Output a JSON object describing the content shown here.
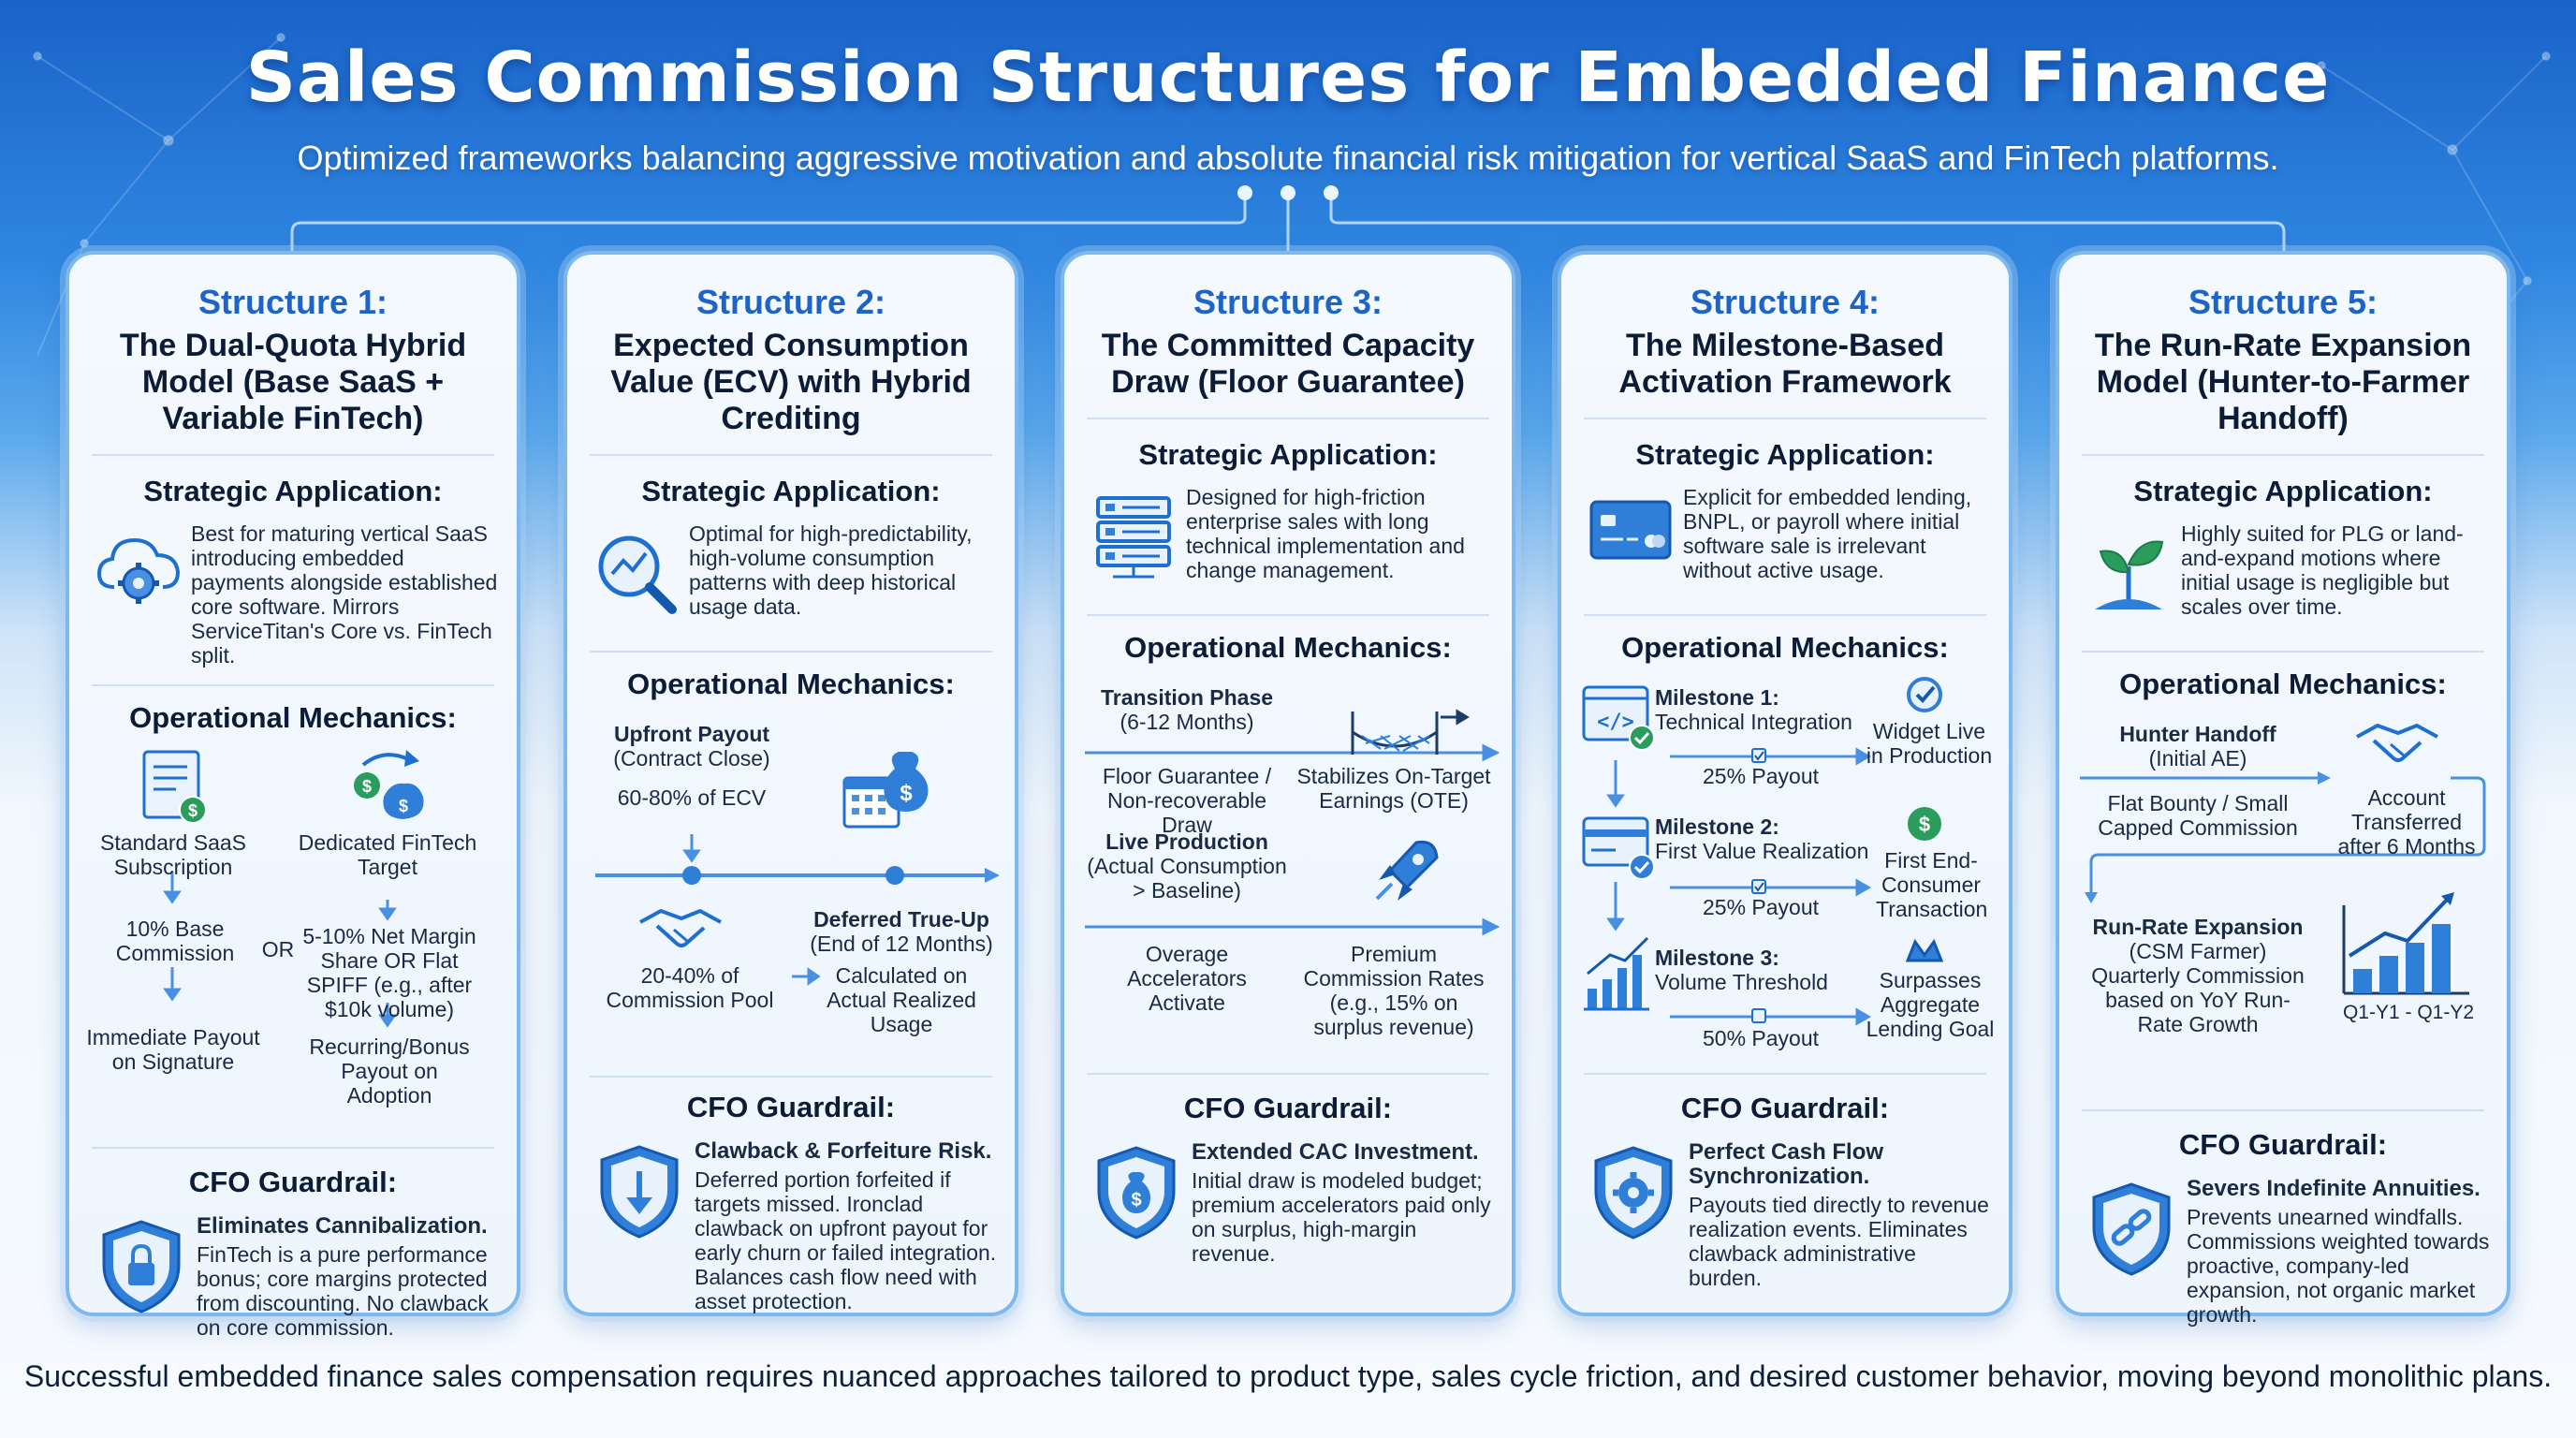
{
  "header": {
    "title": "Sales Commission Structures for Embedded Finance",
    "subtitle": "Optimized frameworks balancing aggressive motivation and absolute financial risk mitigation for vertical SaaS and FinTech platforms."
  },
  "section_labels": {
    "application": "Strategic Application:",
    "mechanics": "Operational Mechanics:",
    "guardrail": "CFO Guardrail:"
  },
  "colors": {
    "accent": "#1d64c4",
    "border": "#7db8ee",
    "icon": "#1f6fd1"
  },
  "cards": [
    {
      "number": "Structure 1:",
      "name": "The Dual-Quota Hybrid Model (Base SaaS + Variable FinTech)",
      "icon": "cloud-gear-icon",
      "application": "Best for maturing vertical SaaS introducing embedded payments alongside established core software. Mirrors ServiceTitan's Core vs. FinTech split.",
      "mechanics": {
        "left_title": "Standard SaaS Subscription",
        "left_rate": "10% Base Commission",
        "left_payout": "Immediate Payout on Signature",
        "or": "OR",
        "right_title": "Dedicated FinTech Target",
        "right_rate": "5-10% Net Margin Share OR Flat SPIFF (e.g., after $10k volume)",
        "right_payout": "Recurring/Bonus Payout on Adoption"
      },
      "guardrail_icon": "lock-shield-icon",
      "guardrail_title": "Eliminates Cannibalization.",
      "guardrail_text": "FinTech is a pure performance bonus; core margins protected from discounting. No clawback on core commission."
    },
    {
      "number": "Structure 2:",
      "name": "Expected Consumption Value (ECV) with Hybrid Crediting",
      "icon": "magnifier-chart-icon",
      "application": "Optimal for high-predictability, high-volume consumption patterns with deep historical usage data.",
      "mechanics": {
        "upfront_title": "Upfront Payout",
        "upfront_sub": "(Contract Close)",
        "upfront_pct": "60-80% of ECV",
        "pool_pct": "20-40% of Commission Pool",
        "deferred_title": "Deferred True-Up",
        "deferred_sub": "(End of 12 Months)",
        "deferred_calc": "Calculated on Actual Realized Usage"
      },
      "guardrail_icon": "arrow-down-shield-icon",
      "guardrail_title": "Clawback & Forfeiture Risk.",
      "guardrail_text": "Deferred portion forfeited if targets missed. Ironclad clawback on upfront payout for early churn or failed integration. Balances cash flow need with asset protection."
    },
    {
      "number": "Structure 3:",
      "name": "The Committed Capacity Draw (Floor Guarantee)",
      "icon": "server-rack-icon",
      "application": "Designed for high-friction enterprise sales with long technical implementation and change management.",
      "mechanics": {
        "phase1_title": "Transition Phase",
        "phase1_sub": "(6-12 Months)",
        "phase1_left": "Floor Guarantee / Non-recoverable Draw",
        "phase1_right": "Stabilizes On-Target Earnings (OTE)",
        "phase2_title": "Live Production",
        "phase2_sub": "(Actual Consumption > Baseline)",
        "phase2_left": "Overage Accelerators Activate",
        "phase2_right": "Premium Commission Rates (e.g., 15% on surplus revenue)"
      },
      "guardrail_icon": "money-bag-shield-icon",
      "guardrail_title": "Extended CAC Investment.",
      "guardrail_text": "Initial draw is modeled budget; premium accelerators paid only on surplus, high-margin revenue."
    },
    {
      "number": "Structure 4:",
      "name": "The Milestone-Based Activation Framework",
      "icon": "credit-card-icon",
      "application": "Explicit for embedded lending, BNPL, or payroll where initial software sale is irrelevant without active usage.",
      "mechanics": {
        "m1_title": "Milestone 1:",
        "m1_name": "Technical Integration",
        "m1_payout": "25% Payout",
        "m1_result": "Widget Live in Production",
        "m2_title": "Milestone 2:",
        "m2_name": "First Value Realization",
        "m2_payout": "25% Payout",
        "m2_result": "First End-Consumer Transaction",
        "m3_title": "Milestone 3:",
        "m3_name": "Volume Threshold",
        "m3_payout": "50% Payout",
        "m3_result": "Surpasses Aggregate Lending Goal"
      },
      "guardrail_icon": "gear-shield-icon",
      "guardrail_title": "Perfect Cash Flow Synchronization.",
      "guardrail_text": "Payouts tied directly to revenue realization events. Eliminates clawback administrative burden."
    },
    {
      "number": "Structure 5:",
      "name": "The Run-Rate Expansion Model (Hunter-to-Farmer Handoff)",
      "icon": "sprout-icon",
      "application": "Highly suited for PLG or land-and-expand motions where initial usage is negligible but scales over time.",
      "mechanics": {
        "hunter_title": "Hunter Handoff",
        "hunter_sub": "(Initial AE)",
        "hunter_pay": "Flat Bounty / Small Capped Commission",
        "transfer": "Account Transferred after 6 Months",
        "farmer_title": "Run-Rate Expansion",
        "farmer_sub": "(CSM Farmer)",
        "farmer_pay": "Quarterly Commission based on YoY Run-Rate Growth",
        "chart_label": "Q1-Y1 - Q1-Y2"
      },
      "guardrail_icon": "broken-chain-shield-icon",
      "guardrail_title": "Severs Indefinite Annuities.",
      "guardrail_text": "Prevents unearned windfalls. Commissions weighted towards proactive, company-led expansion, not organic market growth."
    }
  ],
  "footer": "Successful embedded finance sales compensation requires nuanced approaches tailored to product type, sales cycle friction, and desired customer behavior, moving beyond monolithic plans."
}
